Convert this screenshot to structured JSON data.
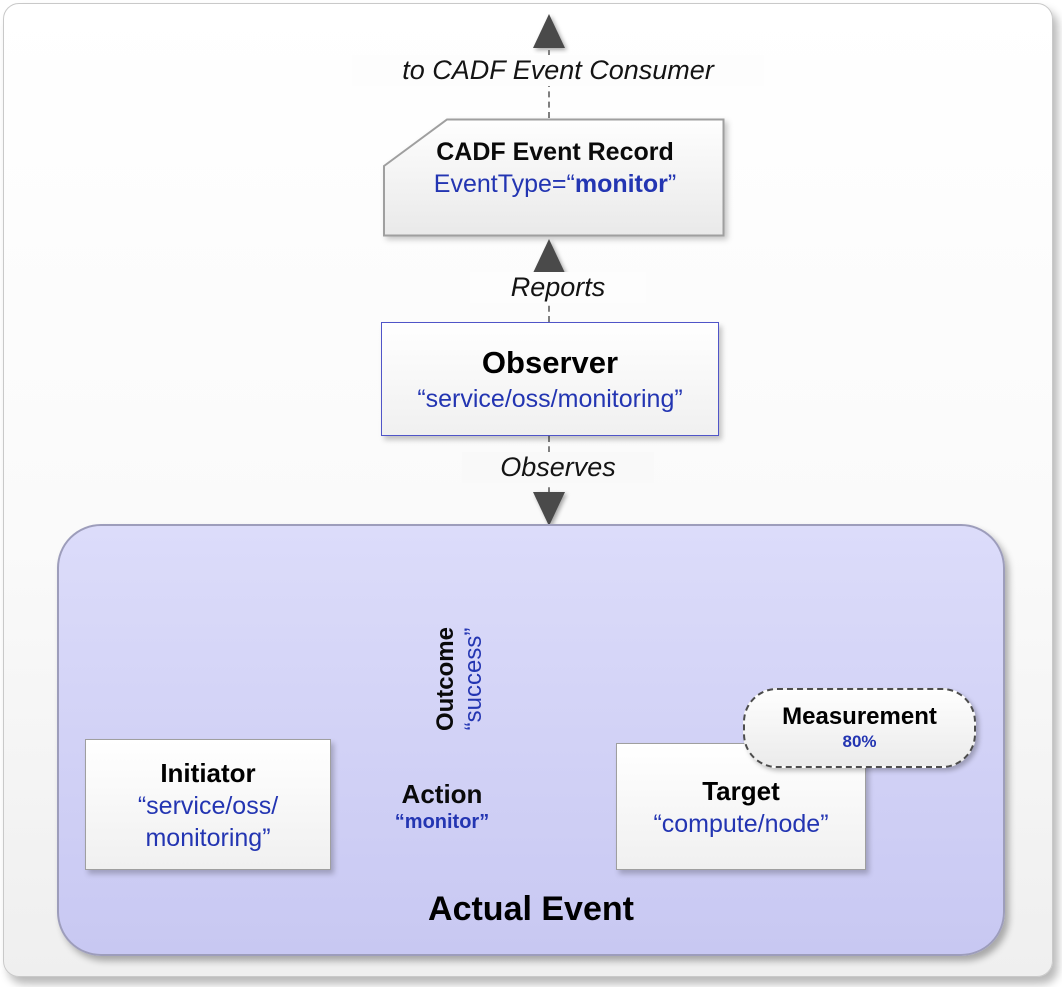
{
  "colors": {
    "accent_blue": "#2335b2",
    "lavender_fill": "#c8c8f2",
    "box_border": "#9f9f9f",
    "arrow_dark": "#4a4a4a"
  },
  "top": {
    "consumer_label": "to CADF Event Consumer"
  },
  "event_record": {
    "title": "CADF Event Record",
    "event_type_prefix": "EventType=“",
    "event_type_value": "monitor",
    "event_type_suffix": "”"
  },
  "connectors": {
    "reports_label": "Reports",
    "observes_label": "Observes"
  },
  "observer": {
    "title": "Observer",
    "value": "“service/oss/monitoring”"
  },
  "actual_event": {
    "title": "Actual Event",
    "initiator": {
      "title": "Initiator",
      "value_line1": "“service/oss/",
      "value_line2": "monitoring”"
    },
    "action": {
      "title": "Action",
      "value": "“monitor”"
    },
    "target": {
      "title": "Target",
      "value": "“compute/node”"
    },
    "outcome": {
      "title": "Outcome",
      "value": "“success”"
    },
    "measurement": {
      "title": "Measurement",
      "value": "80%"
    }
  }
}
